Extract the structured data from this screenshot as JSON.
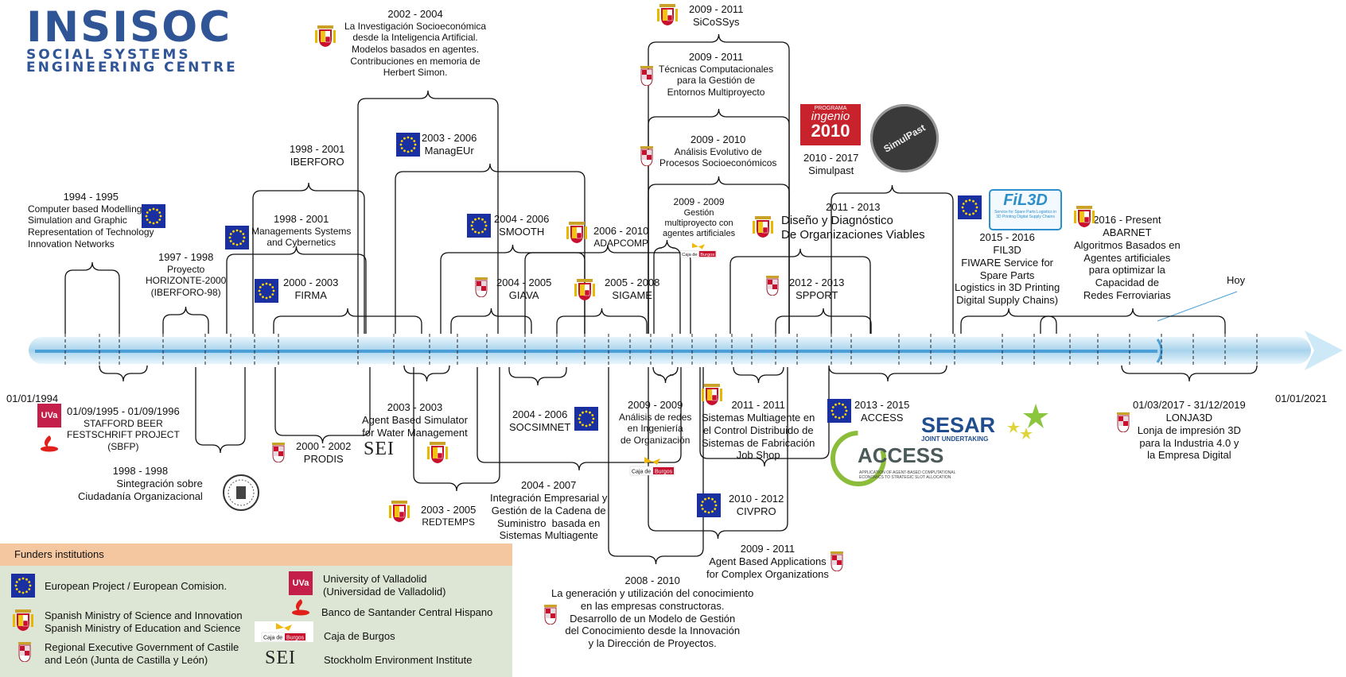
{
  "logo": {
    "main": "INSISOC",
    "sub1": "SOCIAL SYSTEMS",
    "sub2": "ENGINEERING CENTRE"
  },
  "timeline": {
    "start": "01/01/1994",
    "end": "01/01/2021",
    "today": "Hoy"
  },
  "projects_above": [
    {
      "dates": "1994 - 1995",
      "title": "Computer based Modelling,\nSimulation and Graphic\nRepresentation of Technology\nInnovation Networks"
    },
    {
      "dates": "1997 - 1998",
      "title": "Proyecto\nHORIZONTE-2000\n(IBERFORO-98)"
    },
    {
      "dates": "1998 - 2001",
      "title": "Managements Systems\nand Cybernetics"
    },
    {
      "dates": "1998 - 2001",
      "title": "IBERFORO"
    },
    {
      "dates": "2000 - 2003",
      "title": "FIRMA"
    },
    {
      "dates": "2002 - 2004",
      "title": "La Investigación Socioeconómica\ndesde la Inteligencia Artificial.\nModelos basados en agentes.\nContribuciones en memoria de\nHerbert Simon."
    },
    {
      "dates": "2003 - 2006",
      "title": "ManagEUr"
    },
    {
      "dates": "2004 - 2006",
      "title": "SMOOTH"
    },
    {
      "dates": "2004 - 2005",
      "title": "GIAVA"
    },
    {
      "dates": "2006 - 2010",
      "title": "ADAPCOMP"
    },
    {
      "dates": "2005 - 2008",
      "title": "SIGAME"
    },
    {
      "dates": "2009 - 2011",
      "title": "SiCoSSys"
    },
    {
      "dates": "2009 - 2011",
      "title": "Técnicas Computacionales\npara la Gestión de\nEntornos Multiproyecto"
    },
    {
      "dates": "2009 - 2010",
      "title": "Análisis Evolutivo de\nProcesos Socioeconómicos"
    },
    {
      "dates": "2009 - 2009",
      "title": "Gestión\nmultiproyecto con\nagentes artificiales"
    },
    {
      "dates": "2011 - 2013",
      "title": "Diseño y Diagnóstico\nDe Organizaciones Viables"
    },
    {
      "dates": "2012 - 2013",
      "title": "SPPORT"
    },
    {
      "dates": "2010 - 2017",
      "title": "Simulpast"
    },
    {
      "dates": "2015 - 2016",
      "title": "FIL3D\nFIWARE Service for\nSpare Parts\nLogistics in 3D Printing\nDigital Supply Chains)"
    },
    {
      "dates": "2016 - Present",
      "title": "ABARNET\nAlgoritmos Basados en\nAgentes artificiales\npara optimizar la\nCapacidad de\nRedes Ferroviarias"
    }
  ],
  "projects_below": [
    {
      "dates": "01/09/1995 - 01/09/1996",
      "title": "STAFFORD BEER\nFESTSCHRIFT PROJECT\n(SBFP)"
    },
    {
      "dates": "1998 - 1998",
      "title": "Sintegración sobre\nCiudadanía Organizacional"
    },
    {
      "dates": "2000 - 2002",
      "title": "PRODIS"
    },
    {
      "dates": "2003 - 2003",
      "title": "Agent Based Simulator\nfor Water Management"
    },
    {
      "dates": "2003 - 2005",
      "title": "REDTEMPS"
    },
    {
      "dates": "2004 - 2006",
      "title": "SOCSIMNET"
    },
    {
      "dates": "2004 - 2007",
      "title": "Integración Empresarial y\nGestión de la Cadena de\nSuministro  basada en\nSistemas Multiagente"
    },
    {
      "dates": "2009 - 2009",
      "title": "Análisis de redes\nen Ingeniería\nde Organización"
    },
    {
      "dates": "2008 - 2010",
      "title": "La generación y utilización del conocimiento\nen las empresas constructoras.\nDesarrollo de un Modelo de Gestión\ndel Conocimiento desde la Innovación\ny la Dirección de Proyectos."
    },
    {
      "dates": "2011 - 2011",
      "title": "Sistemas Multiagente en\nel Control Distribuido de\nSistemas de Fabricación\nJob Shop"
    },
    {
      "dates": "2010 - 2012",
      "title": "CIVPRO"
    },
    {
      "dates": "2009 - 2011",
      "title": "Agent Based Applications\nfor Complex Organizations"
    },
    {
      "dates": "2013 - 2015",
      "title": "ACCESS"
    },
    {
      "dates": "01/03/2017 - 31/12/2019",
      "title": "LONJA3D\nLonja de impresión 3D\npara la Industria 4.0 y\nla Empresa Digital"
    }
  ],
  "logos": {
    "uva": "UVa",
    "sei": "SEI",
    "caja_burgos": "Caja de Burgos",
    "ingenio_top": "PROGRAMA",
    "ingenio_word": "ingenio",
    "ingenio_year": "2010",
    "simulpast": "SimulPast",
    "fil3d": "FiL3D",
    "fil3d_sub": "Service for Spare Parts Logistics in 3D Printing Digital Supply Chains",
    "sesar": "SESAR",
    "sesar_sub": "JOINT UNDERTAKING",
    "access": "ACCESS",
    "access_sub": "APPLICATION OF AGENT-BASED COMPUTATIONAL ECONOMICS TO STRATEGIC SLOT ALLOCATION"
  },
  "legend": {
    "title": "Funders institutions",
    "eu": "European Project / European Comision.",
    "ministry": "Spanish Ministry of Science and Innovation\nSpanish Ministry of Education and Science",
    "regional": "Regional Executive Government of Castile\nand León (Junta de Castilla y León)",
    "uva": "University of Valladolid\n(Universidad de Valladolid)",
    "santander": "Banco de Santander Central Hispano",
    "caja": "Caja de Burgos",
    "sei": "Stockholm Environment Institute"
  },
  "colors": {
    "brand": "#2f5597",
    "eu_blue": "#1a2fa0",
    "uva_red": "#c41e4a",
    "legend_bg": "#dde5d4",
    "legend_header": "#f5c7a0",
    "axis": "#bfe0f2"
  }
}
